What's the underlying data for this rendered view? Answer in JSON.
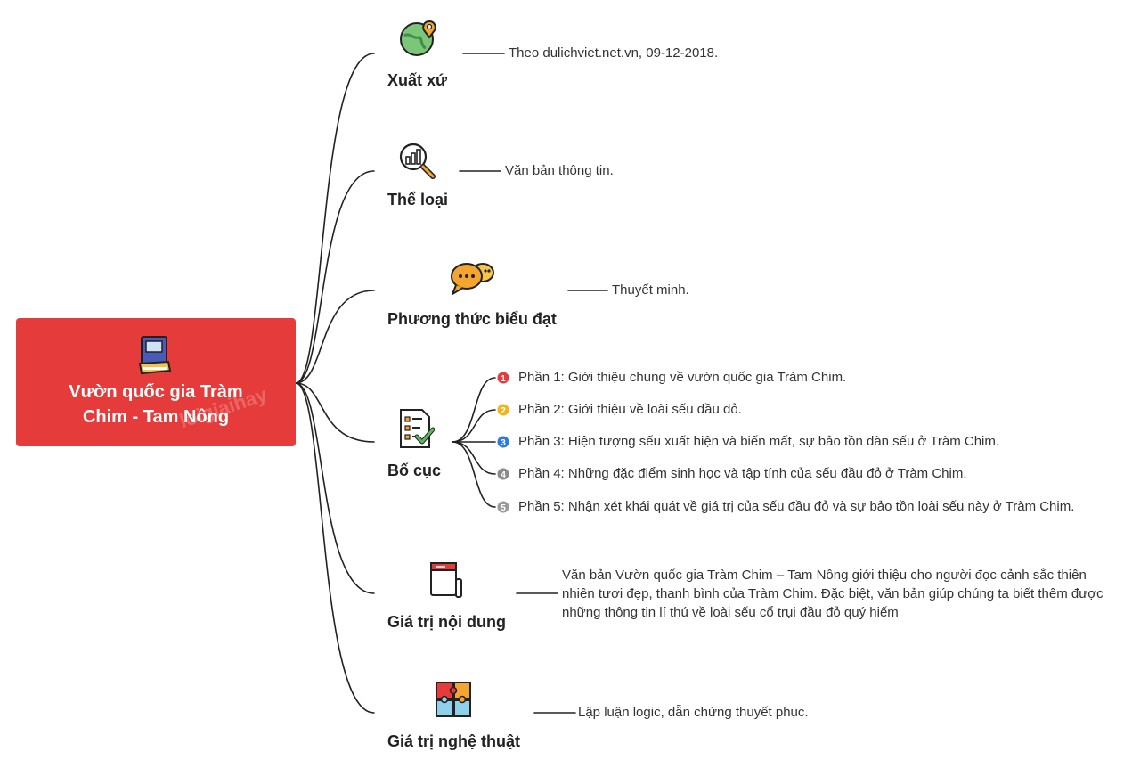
{
  "root": {
    "title": "Vườn quốc gia Tràm Chim - Tam Nông",
    "watermark": "loigiaihay"
  },
  "colors": {
    "root_bg": "#e53b3a",
    "line": "#222222"
  },
  "branches": [
    {
      "id": "xuat-xu",
      "label": "Xuất xứ",
      "icon": "globe-pin-icon",
      "leaf": "Theo dulichviet.net.vn, 09-12-2018."
    },
    {
      "id": "the-loai",
      "label": "Thể loại",
      "icon": "magnifier-chart-icon",
      "leaf": "Văn bản thông tin."
    },
    {
      "id": "phuong-thuc",
      "label": "Phương thức biểu đạt",
      "icon": "chat-bubbles-icon",
      "leaf": "Thuyết minh."
    },
    {
      "id": "bo-cuc",
      "label": "Bố cục",
      "icon": "checklist-icon",
      "parts": [
        {
          "n": "1",
          "text": "Phần 1: Giới thiệu chung về vườn quốc gia Tràm Chim.",
          "color": "#e53b3a"
        },
        {
          "n": "2",
          "text": "Phần 2: Giới thiệu về loài sếu đầu đỏ.",
          "color": "#f1b51c"
        },
        {
          "n": "3",
          "text": "Phần 3: Hiện tượng sếu xuất hiện và biến mất, sự bảo tồn đàn sếu ở Tràm Chim.",
          "color": "#2f7ad8"
        },
        {
          "n": "4",
          "text": "Phần 4: Những đặc điểm sinh học và tập tính của sếu đầu đỏ ở Tràm Chim.",
          "color": "#8a8a8a"
        },
        {
          "n": "5",
          "text": "Phần 5: Nhận xét khái quát về giá trị của sếu đầu đỏ và sự bảo tồn loài sếu này ở Tràm Chim.",
          "color": "#9a9a9a"
        }
      ]
    },
    {
      "id": "noi-dung",
      "label": "Giá trị nội dung",
      "icon": "notebook-icon",
      "leaf": "Văn bản Vườn quốc gia Tràm Chim – Tam Nông giới thiệu cho người đọc cảnh sắc thiên nhiên tươi đẹp, thanh bình của Tràm Chim. Đặc biệt, văn bản giúp chúng ta biết thêm được những thông tin lí thú về loài sếu cổ trụi đầu đỏ quý hiếm"
    },
    {
      "id": "nghe-thuat",
      "label": "Giá trị nghệ thuật",
      "icon": "puzzle-icon",
      "leaf": "Lập luận logic, dẫn chứng thuyết phục."
    }
  ]
}
